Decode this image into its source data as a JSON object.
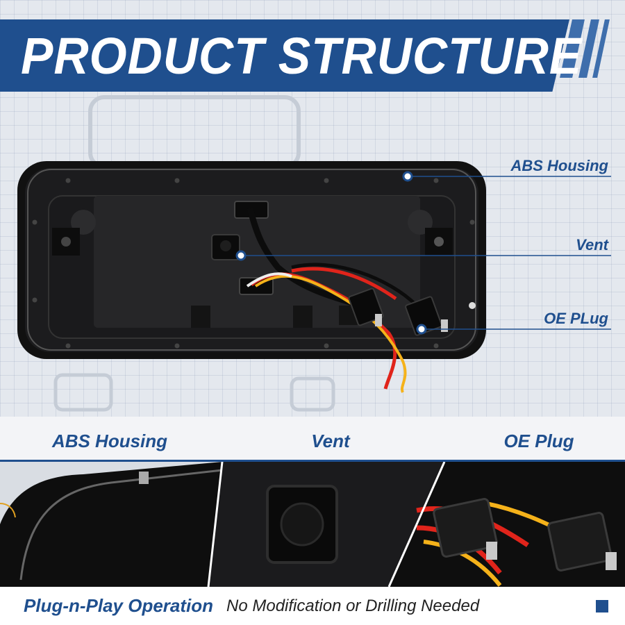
{
  "header": {
    "title": "PRODUCT STRUCTURE"
  },
  "callouts": [
    {
      "label": "ABS Housing"
    },
    {
      "label": "Vent"
    },
    {
      "label": "OE PLug"
    }
  ],
  "features": [
    {
      "label": "ABS Housing"
    },
    {
      "label": "Vent"
    },
    {
      "label": "OE Plug"
    }
  ],
  "footer": {
    "highlight": "Plug-n-Play Operation",
    "text": "No Modification or Drilling Needed"
  },
  "colors": {
    "brand_blue": "#1f4f8e",
    "wire_red": "#e0241b",
    "wire_yellow": "#f5b21a"
  }
}
